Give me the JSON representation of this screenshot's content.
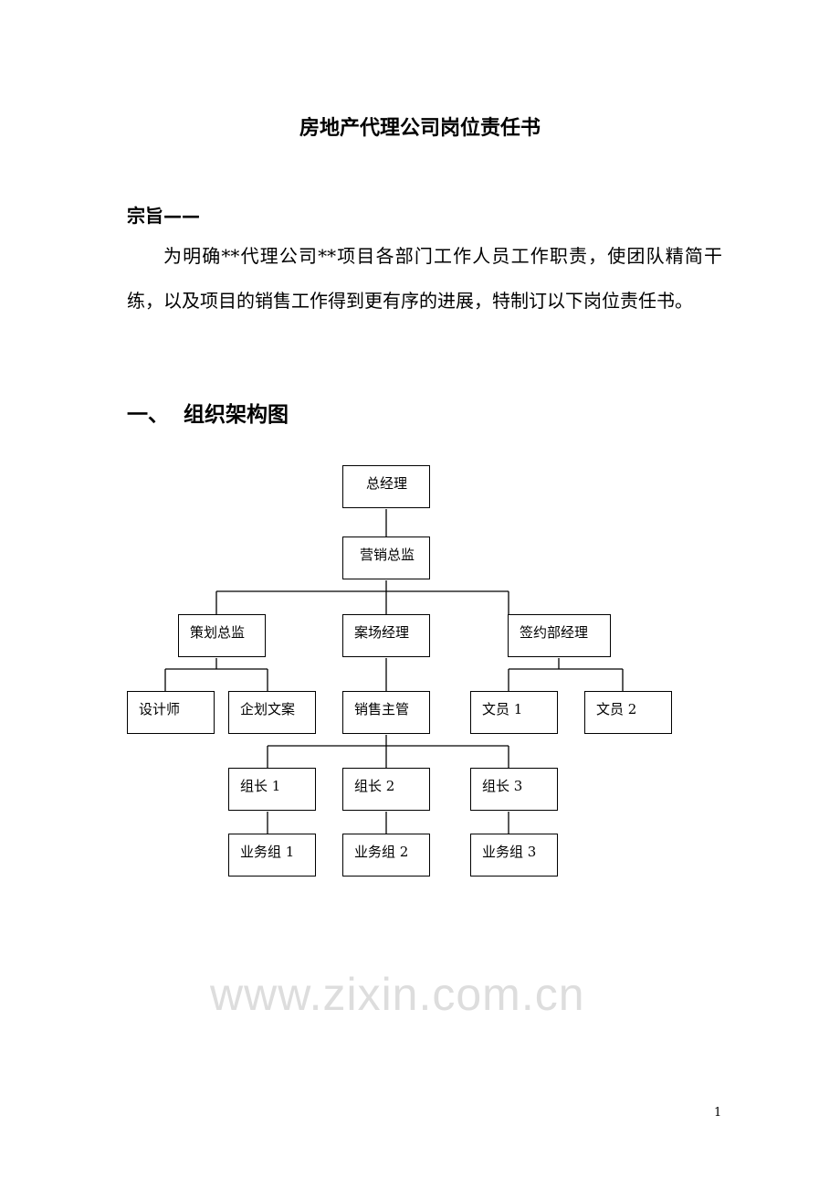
{
  "title": "房地产代理公司岗位责任书",
  "purpose_heading": "宗旨——",
  "purpose_text": "为明确**代理公司**项目各部门工作人员工作职责，使团队精简干练，以及项目的销售工作得到更有序的进展，特制订以下岗位责任书。",
  "section1": {
    "number": "一、",
    "title": "组织架构图"
  },
  "org_chart": {
    "ceo": "总经理",
    "marketing_director": "营销总监",
    "planning_director": "策划总监",
    "site_manager": "案场经理",
    "contract_manager": "签约部经理",
    "designer": "设计师",
    "copywriter": "企划文案",
    "sales_supervisor": "销售主管",
    "clerk1": "文员 1",
    "clerk2": "文员 2",
    "leader1": "组长 1",
    "leader2": "组长 2",
    "leader3": "组长 3",
    "group1": "业务组 1",
    "group2": "业务组 2",
    "group3": "业务组 3"
  },
  "watermark": "www.zixin.com.cn",
  "page_number": "1"
}
